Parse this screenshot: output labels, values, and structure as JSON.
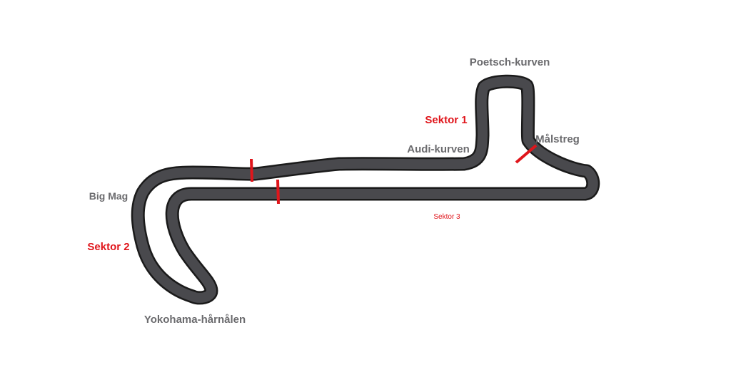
{
  "map": {
    "colors": {
      "track": "#49494d",
      "track_outline": "#1a1a1a",
      "marker": "#e0151b",
      "corner_label": "#6b6b6e",
      "sector_label": "#e0151b",
      "background": "#ffffff"
    },
    "corners": {
      "poetsch": "Poetsch-kurven",
      "audi": "Audi-kurven",
      "malstreg": "Målstreg",
      "big_mag": "Big Mag",
      "yokohama": "Yokohama-hårnålen"
    },
    "sectors": {
      "s1": "Sektor 1",
      "s2": "Sektor 2",
      "s3": "Sektor 3"
    }
  }
}
